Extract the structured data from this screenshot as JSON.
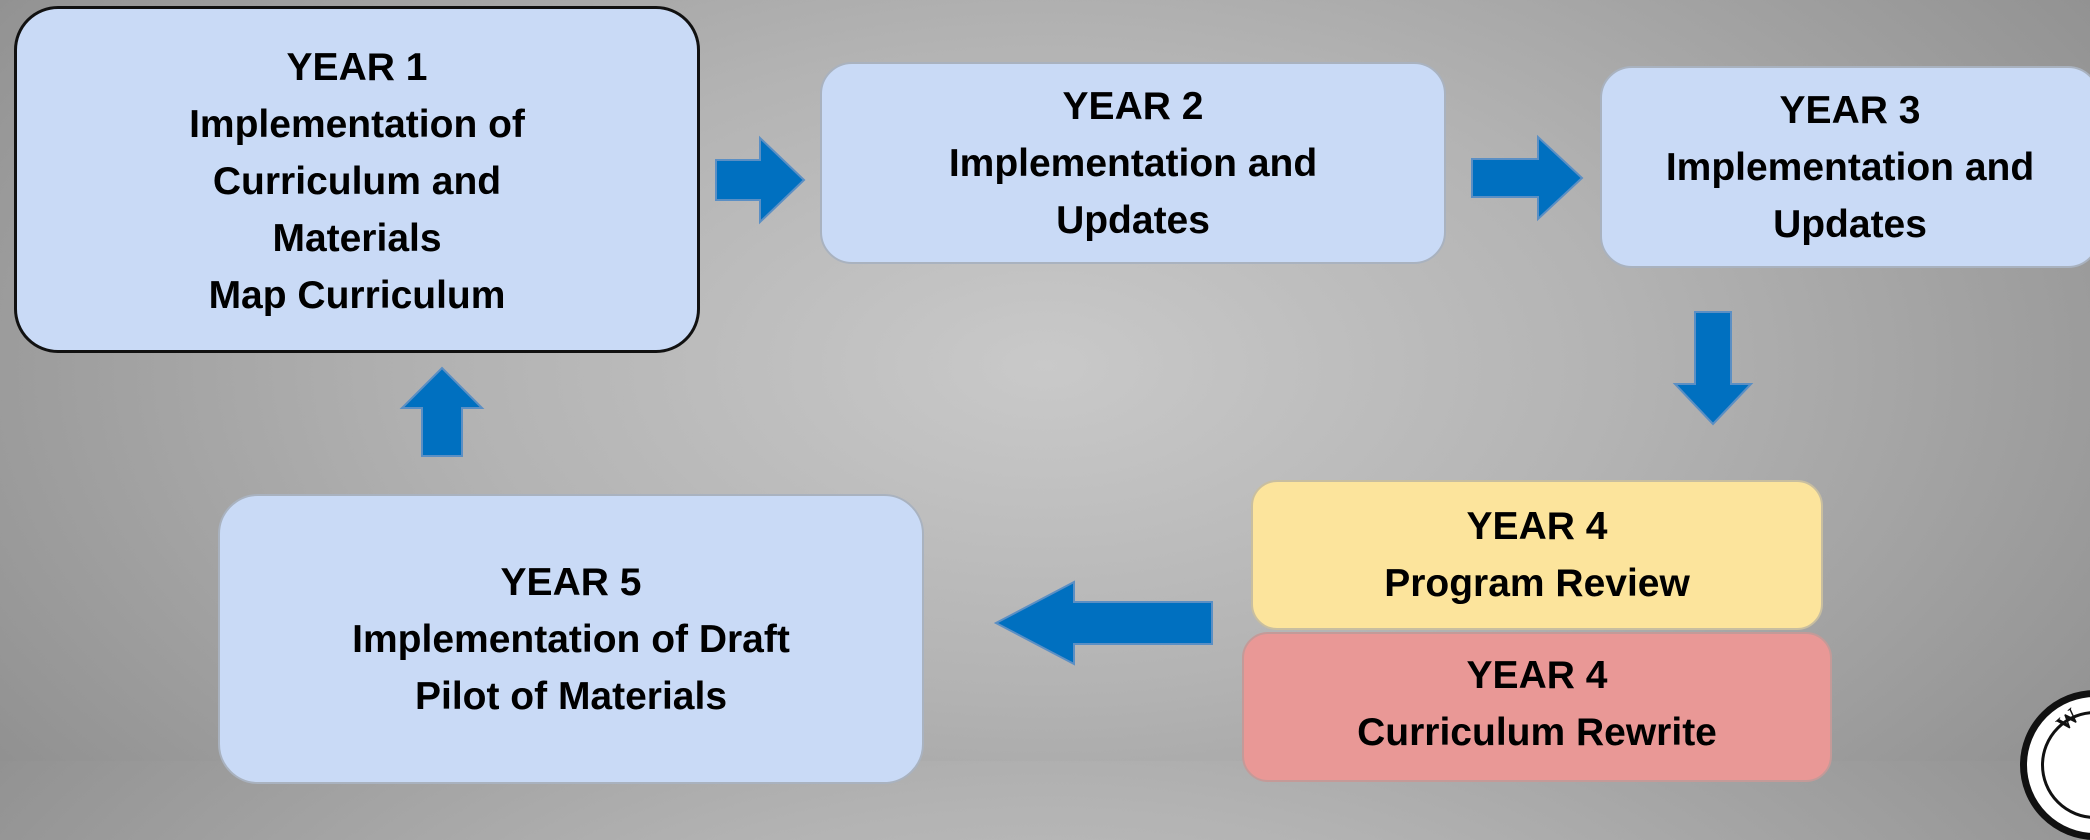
{
  "diagram": {
    "nodes": [
      {
        "id": "year1",
        "lines": [
          "YEAR 1",
          "Implementation of",
          "Curriculum and",
          "Materials",
          "Map Curriculum"
        ],
        "fill": "#c9daf6",
        "border": "#111111"
      },
      {
        "id": "year2",
        "lines": [
          "YEAR 2",
          "Implementation and",
          "Updates"
        ],
        "fill": "#c9daf6"
      },
      {
        "id": "year3",
        "lines": [
          "YEAR 3",
          "Implementation and",
          "Updates"
        ],
        "fill": "#c9daf6"
      },
      {
        "id": "year4_review",
        "lines": [
          "YEAR 4",
          "Program Review"
        ],
        "fill": "#fce49c"
      },
      {
        "id": "year4_rewrite",
        "lines": [
          "YEAR 4",
          "Curriculum Rewrite"
        ],
        "fill": "#e99896"
      },
      {
        "id": "year5",
        "lines": [
          "YEAR 5",
          "Implementation of Draft",
          "Pilot of Materials"
        ],
        "fill": "#c9daf6"
      }
    ],
    "edges": [
      {
        "from": "year1",
        "to": "year2"
      },
      {
        "from": "year2",
        "to": "year3"
      },
      {
        "from": "year3",
        "to": "year4_review"
      },
      {
        "from": "year4_review",
        "to": "year5"
      },
      {
        "from": "year5",
        "to": "year1"
      }
    ],
    "arrow_color": "#0070c0",
    "corner_seal": {
      "letter": "W"
    }
  }
}
